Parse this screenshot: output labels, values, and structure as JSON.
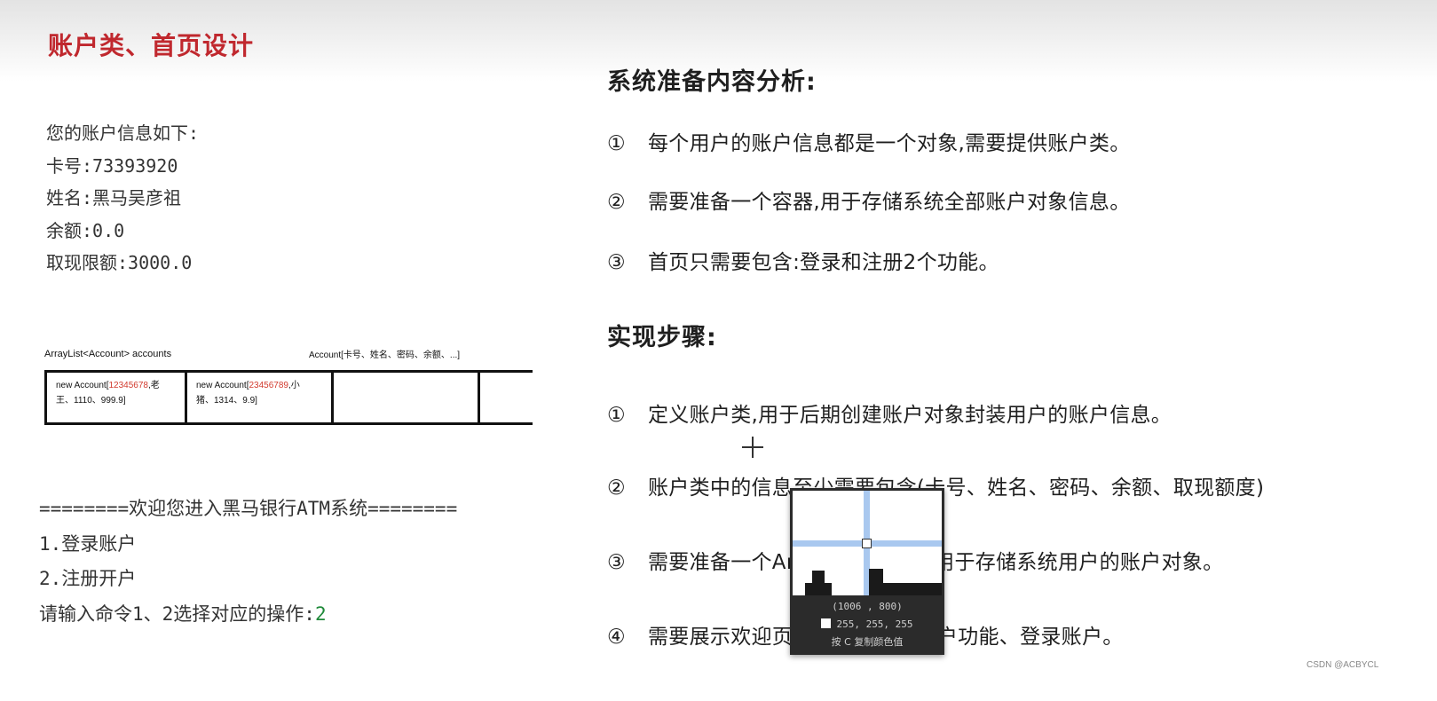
{
  "slide": {
    "title": "账户类、首页设计"
  },
  "account_info": {
    "lines": [
      "您的账户信息如下:",
      "卡号:73393920",
      "姓名:黑马吴彦祖",
      "余额:0.0",
      "取现限额:3000.0"
    ]
  },
  "diagram": {
    "list_label": "ArrayList<Account>  accounts",
    "account_label": "Account[卡号、姓名、密码、余额、...]",
    "cell1": {
      "prefix": "new Account[",
      "number": "12345678",
      "rest1": ",老",
      "line2": "王、1110、999.9]"
    },
    "cell2": {
      "prefix": "new Account[",
      "number": "23456789",
      "rest1": ",小",
      "line2": "猪、1314、9.9]"
    }
  },
  "menu": {
    "lines": [
      "========欢迎您进入黑马银行ATM系统========",
      "1.登录账户",
      "2.注册开户"
    ],
    "prompt": "请输入命令1、2选择对应的操作:",
    "input_value": "2"
  },
  "analysis": {
    "heading": "系统准备内容分析:",
    "items": [
      {
        "num": "①",
        "text": "每个用户的账户信息都是一个对象,需要提供账户类。"
      },
      {
        "num": "②",
        "text": "需要准备一个容器,用于存储系统全部账户对象信息。"
      },
      {
        "num": "③",
        "text": "首页只需要包含:登录和注册2个功能。"
      }
    ]
  },
  "steps": {
    "heading": "实现步骤:",
    "items": [
      {
        "num": "①",
        "text": "定义账户类,用于后期创建账户对象封装用户的账户信息。"
      },
      {
        "num": "②",
        "text": "账户类中的信息至少需要包含(卡号、姓名、密码、余额、取现额度)"
      },
      {
        "num": "③",
        "text": "需要准备一个ArrayList的集合,用于存储系统用户的账户对象。"
      },
      {
        "num": "④",
        "text": "需要展示欢迎页包含2个功能:开户功能、登录账户。"
      }
    ]
  },
  "color_picker": {
    "coords": "(1006 , 800)",
    "rgb": "255, 255, 255",
    "hint": "按 C 复制颜色值",
    "swatch_color": "#ffffff"
  },
  "watermark": "CSDN @ACBYCL"
}
